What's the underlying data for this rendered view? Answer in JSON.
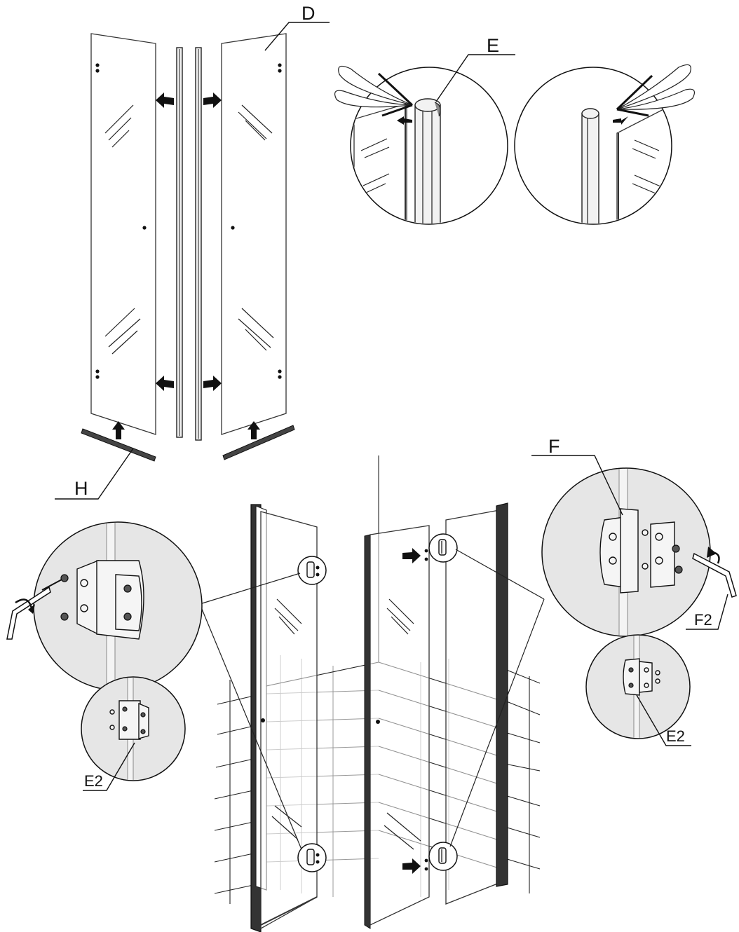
{
  "labels": {
    "D": "D",
    "E": "E",
    "F": "F",
    "F2": "F2",
    "H": "H",
    "E2_left": "E2",
    "E2_right": "E2"
  }
}
